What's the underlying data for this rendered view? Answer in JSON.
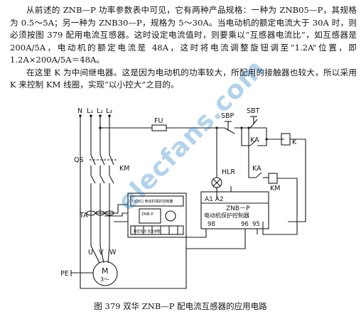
{
  "paragraphs": [
    "从前述的 ZNB—P 功率参数表中可见，它有两种产品规格：一种为 ZNB05—P，其规格为 0.5～5A；另一种为 ZNB30—P，规格为 5～30A。当电动机的额定电流大于 30A 时，则必须按图 379 配用电流互感器。这时设定电流值时，则要乘以“互感器电流比”，如互感器是 200A/5A，电动机的额定电流是 48A，这时将电流调整旋钮调至“1.2A”位置，即 1.2A×200A/5A＝48A。",
    "在这里 K 为中间继电器。这是因为电动机的功率较大，所配用的接触器也较大，所以采用 K 来控制 KM 线圈，实现“以小控大”之目的。"
  ],
  "diagram": {
    "labels": {
      "N": "N",
      "L1": "L₁",
      "L2": "L₂",
      "L3": "L₃",
      "QS": "QS",
      "FU": "FU",
      "KM": "KM",
      "TA": "TA",
      "SBP": "SBP",
      "SBT": "SBT",
      "KA1": "KA",
      "KA2": "KA",
      "K": "K",
      "HLR": "HLR",
      "U": "U",
      "V": "V",
      "W": "W",
      "PE": "PE",
      "motor_M": "M",
      "motor_phase": "3～",
      "unit_A1A2": "A1 A2",
      "unit_model": "ZNB－P",
      "unit_name": "电动机保护控制器",
      "unit_t98": "98",
      "unit_t96": "96",
      "unit_t95": "95",
      "dev_top": "DQXCJ 电动机保护控制器",
      "dev_brand": "ZNB-P",
      "dev_line": "额定电流 电流调整"
    }
  },
  "watermark": "elecfans.com",
  "caption": "图 379 双华 ZNB—P 配电流互感器的应用电路"
}
